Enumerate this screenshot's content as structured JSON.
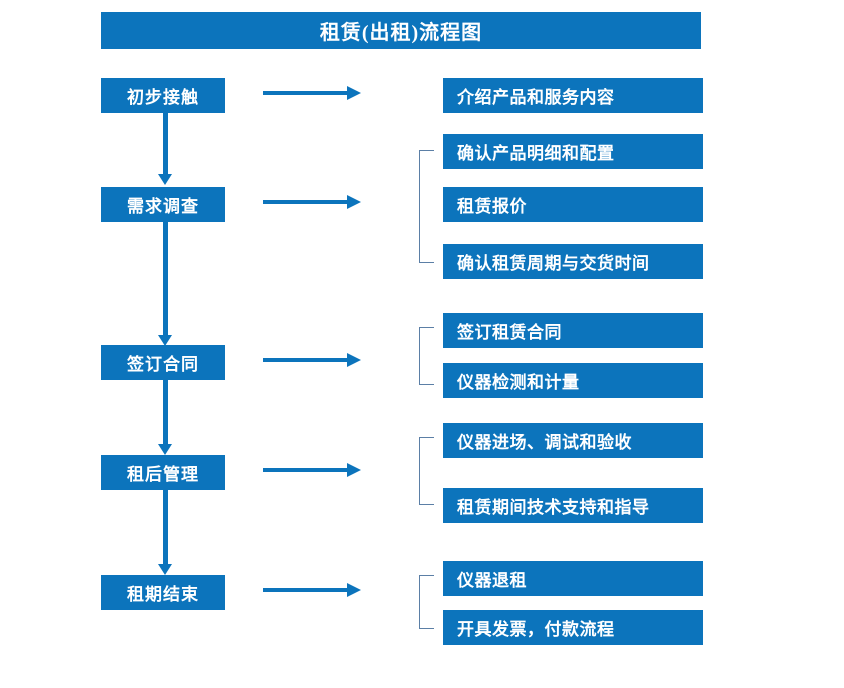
{
  "diagram": {
    "title": "租赁(出租)流程图",
    "colors": {
      "box_fill": "#0C74BC",
      "box_text": "#FFFFFF",
      "arrow": "#0C74BC",
      "bracket": "#5B7FA6",
      "background": "#FFFFFF"
    },
    "stages": [
      {
        "label": "初步接触",
        "details": [
          "介绍产品和服务内容"
        ]
      },
      {
        "label": "需求调查",
        "details": [
          "确认产品明细和配置",
          "租赁报价",
          "确认租赁周期与交货时间"
        ]
      },
      {
        "label": "签订合同",
        "details": [
          "签订租赁合同",
          "仪器检测和计量"
        ]
      },
      {
        "label": "租后管理",
        "details": [
          "仪器进场、调试和验收",
          "租赁期间技术支持和指导"
        ]
      },
      {
        "label": "租期结束",
        "details": [
          "仪器退租",
          "开具发票，付款流程"
        ]
      }
    ],
    "connectors": {
      "stage_to_detail": "right-arrow",
      "stage_to_stage": "down-arrow",
      "group_marker": "left-bracket"
    }
  }
}
